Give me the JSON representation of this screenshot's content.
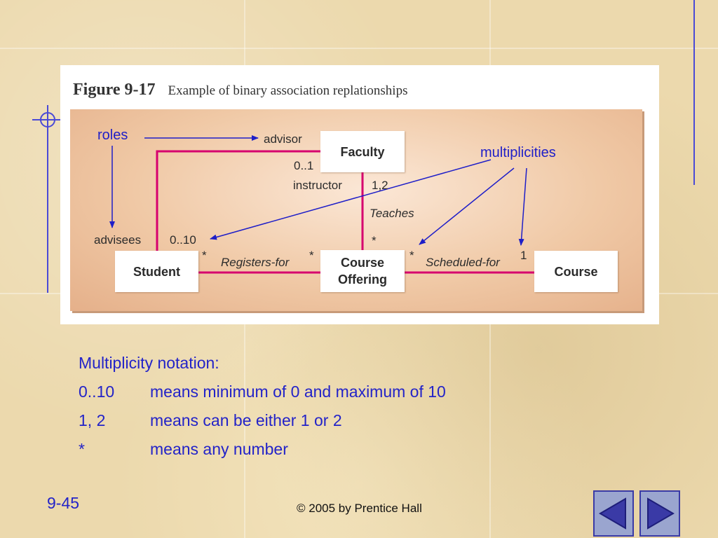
{
  "figure": {
    "number": "Figure 9-17",
    "caption": "Example of binary association replationships"
  },
  "entities": {
    "faculty": "Faculty",
    "student": "Student",
    "course_offering": [
      "Course",
      "Offering"
    ],
    "course": "Course"
  },
  "roles": {
    "advisor": "advisor",
    "advisees": "advisees",
    "instructor": "instructor"
  },
  "multiplicity": {
    "faculty_advisor": "0..1",
    "student_advisees": "0..10",
    "faculty_teaches": "1,2",
    "offering_teaches": "*",
    "student_registers": "*",
    "offering_registers": "*",
    "offering_scheduled": "*",
    "course_scheduled": "1"
  },
  "associations": {
    "teaches": "Teaches",
    "registers_for": "Registers-for",
    "scheduled_for": "Scheduled-for"
  },
  "annotations": {
    "roles": "roles",
    "multiplicities": "multiplicities"
  },
  "notes": {
    "heading": "Multiplicity notation:",
    "rows": [
      {
        "symbol": "0..10",
        "meaning": "means minimum of 0 and maximum of 10"
      },
      {
        "symbol": "1, 2",
        "meaning": "means can be either 1 or 2"
      },
      {
        "symbol": "*",
        "meaning": "means any number"
      }
    ]
  },
  "footer": {
    "page": "9-45",
    "copyright": "© 2005 by Prentice Hall"
  },
  "nav": {
    "previous_icon": "triangle-left-icon",
    "next_icon": "triangle-right-icon"
  },
  "colors": {
    "association_line": "#d6006e",
    "annotation": "#1e1ec8",
    "nav_button": "#9aa5cf"
  }
}
